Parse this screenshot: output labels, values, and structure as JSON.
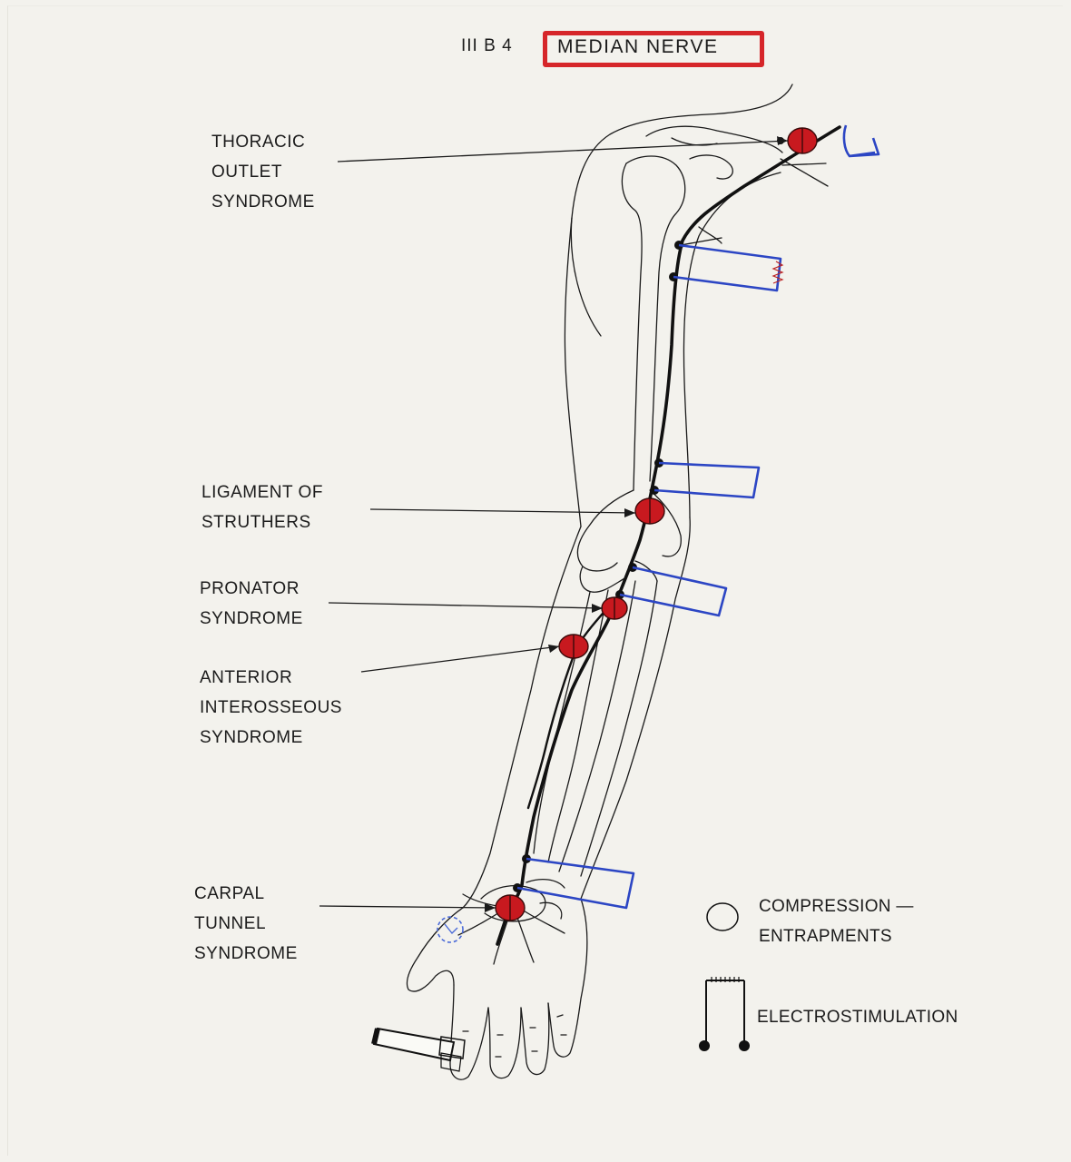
{
  "title": {
    "code": "III B 4",
    "text": "MEDIAN NERVE"
  },
  "labels": {
    "thoracic": "THORACIC\nOUTLET\nSYNDROME",
    "struthers": "LIGAMENT OF\nSTRUTHERS",
    "pronator": "PRONATOR\nSYNDROME",
    "interosseous": "ANTERIOR\nINTEROSSEOUS\nSYNDROME",
    "carpal": "CARPAL\nTUNNEL\nSYNDROME"
  },
  "legend": {
    "compression": "COMPRESSION —\nENTRAPMENTS",
    "electrostimulation": "ELECTROSTIMULATION"
  },
  "colors": {
    "lesion": "#c8191f",
    "electrode": "#2c46c4",
    "ink": "#111111",
    "title_box": "#d6262a"
  }
}
